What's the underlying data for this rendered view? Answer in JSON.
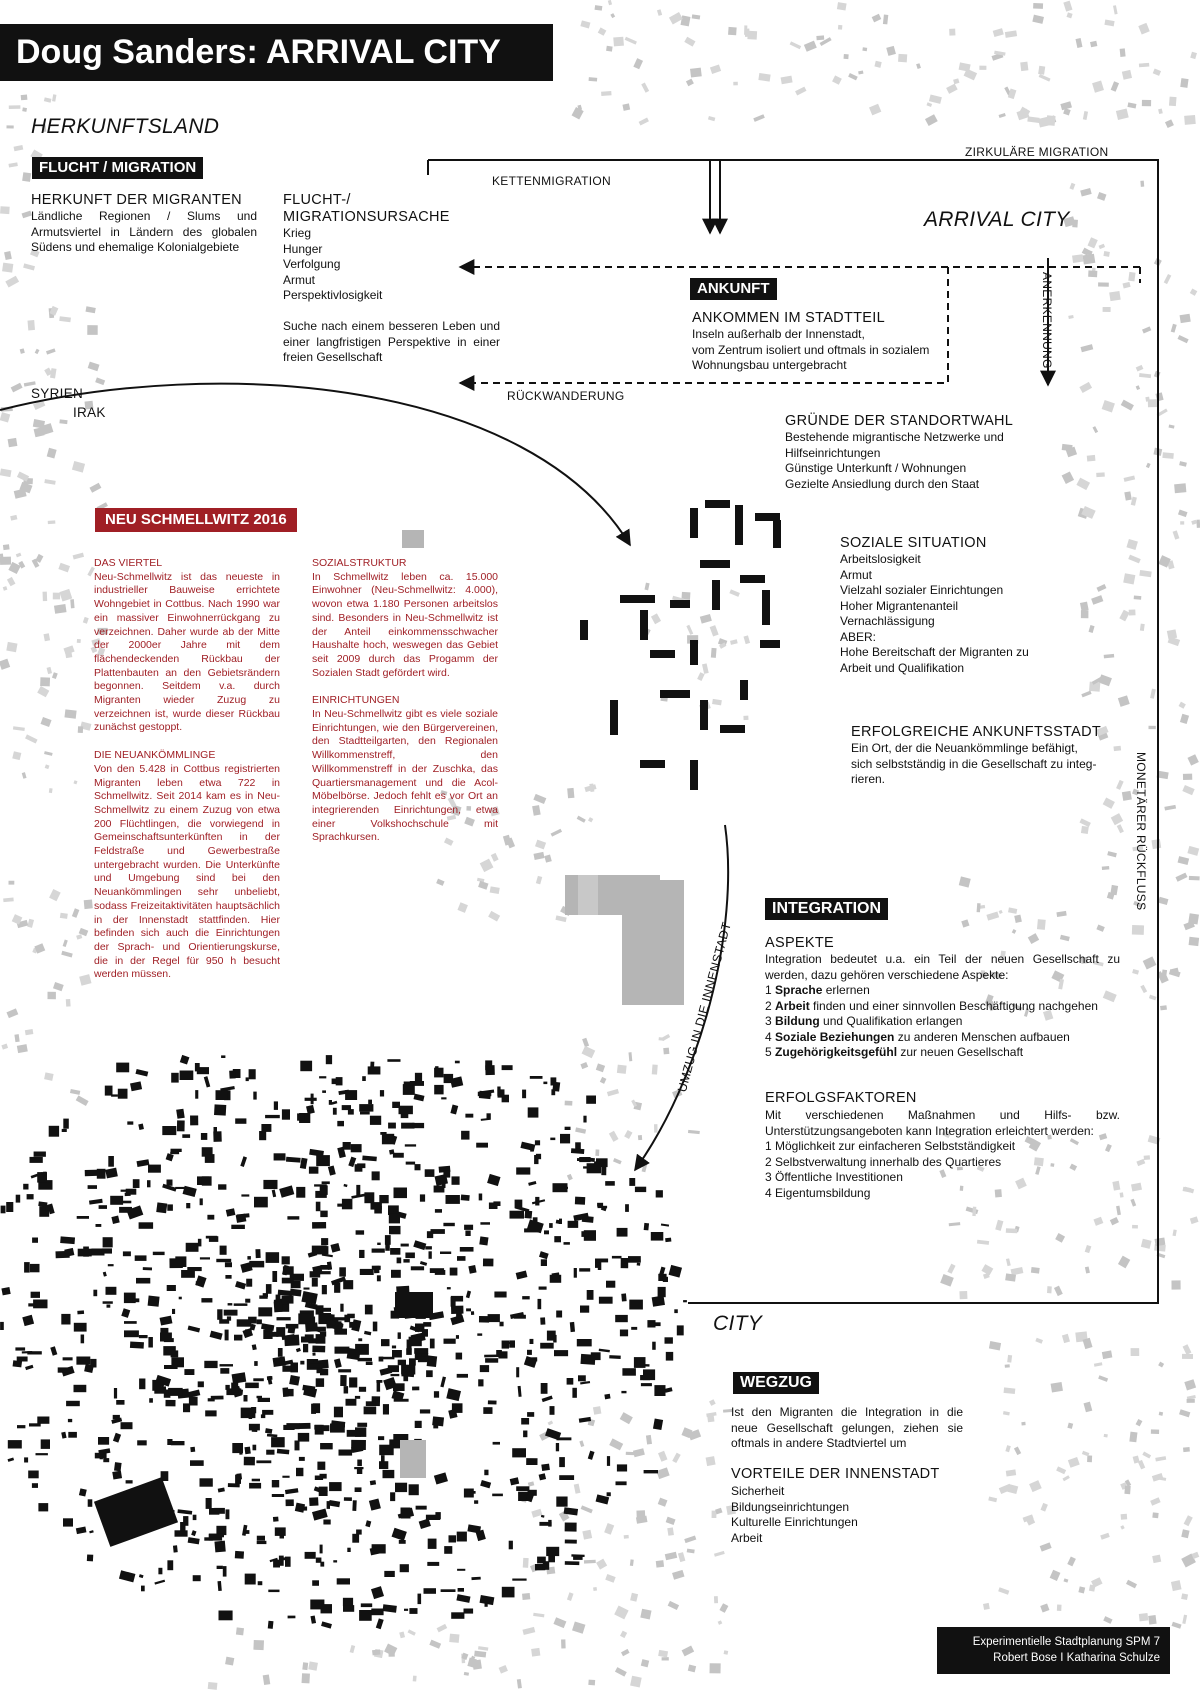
{
  "title": "Doug Sanders: ARRIVAL CITY",
  "regions": {
    "herkunftsland": "HERKUNFTSLAND",
    "arrival_city": "ARRIVAL CITY",
    "city": "CITY"
  },
  "flows": {
    "zirkulaere": "ZIRKULÄRE MIGRATION",
    "ketten": "KETTENMIGRATION",
    "rueckwanderung": "RÜCKWANDERUNG",
    "anerkennung": "ANERKENNUNG",
    "monetaer": "MONETÄRER RÜCKFLUSS",
    "umzug": "UMZUG IN DIE INNENSTADT",
    "syrien": "SYRIEN",
    "irak": "IRAK"
  },
  "flucht": {
    "tag": "FLUCHT / MIGRATION",
    "herkunft_title": "HERKUNFT DER MIGRANTEN",
    "herkunft_text": "Ländliche Regionen / Slums und Armutsviertel in Ländern des globalen Südens und ehemalige Kolonialgebiete",
    "ursache_title_1": "FLUCHT-/",
    "ursache_title_2": "MIGRATIONSURSACHE",
    "ursachen": [
      "Krieg",
      "Hunger",
      "Verfolgung",
      "Armut",
      "Perspektivlosigkeit"
    ],
    "suche": "Suche nach einem besseren Leben und einer langfristigen Perspektive in einer freien Gesellschaft"
  },
  "ankunft": {
    "tag": "ANKUNFT",
    "title": "ANKOMMEN IM STADTTEIL",
    "lines": [
      "Inseln außerhalb der Innenstadt,",
      "vom Zentrum isoliert und oftmals in sozialem",
      "Wohnungsbau untergebracht"
    ]
  },
  "gruende": {
    "title": "GRÜNDE DER STANDORTWAHL",
    "lines": [
      "Bestehende migrantische Netzwerke und",
      "Hilfseinrichtungen",
      "Günstige Unterkunft / Wohnungen",
      "Gezielte Ansiedlung durch den Staat"
    ]
  },
  "soziale": {
    "title": "SOZIALE SITUATION",
    "lines": [
      "Arbeitslosigkeit",
      "Armut",
      "Vielzahl sozialer Einrichtungen",
      "Hoher Migrantenanteil",
      "Vernachlässigung",
      "ABER:",
      "Hohe Bereitschaft der Migranten zu",
      "Arbeit und Qualifikation"
    ]
  },
  "erfolgreiche": {
    "title": "ERFOLGREICHE ANKUNFTSSTADT",
    "lines": [
      "Ein Ort, der die Neuankömmlinge befähigt,",
      "sich selbstständig in die Gesellschaft zu integ-",
      "rieren."
    ]
  },
  "neu": {
    "tag": "NEU SCHMELLWITZ 2016",
    "viertel_title": "DAS VIERTEL",
    "viertel_text": "Neu-Schmellwitz ist das neueste in industrieller Bauweise errichtete Wohngebiet in Cottbus. Nach 1990 war ein massiver Einwohnerrückgang zu verzeichnen. Daher wurde ab der Mitte der 2000er Jahre mit dem flächendeckenden Rückbau der Plattenbauten an den Gebietsrändern begonnen. Seitdem v.a. durch Migranten wieder Zuzug zu verzeichnen ist, wurde dieser Rückbau zunächst gestoppt.",
    "neuank_title": "DIE NEUANKÖMMLINGE",
    "neuank_text": "Von den 5.428 in Cottbus registrierten Migranten leben etwa 722 in Schmellwitz. Seit 2014 kam es in Neu-Schmellwitz zu einem Zuzug von etwa 200 Flüchtlingen, die vorwiegend in Gemeinschaftsunterkünften in der Feldstraße und Gewerbestraße untergebracht wurden. Die Unterkünfte und Umgebung sind bei den Neuankömmlingen sehr unbeliebt, sodass Freizeitaktivitäten hauptsächlich in der Innenstadt stattfinden. Hier befinden sich auch die Einrichtungen der Sprach- und Orientierungskurse, die in der Regel für 950 h besucht werden müssen.",
    "sozial_title": "SOZIALSTRUKTUR",
    "sozial_text": "In Schmellwitz leben ca. 15.000 Einwohner (Neu-Schmellwitz: 4.000), wovon etwa 1.180 Personen arbeitslos sind. Besonders in Neu-Schmellwitz ist der Anteil einkommensschwacher Haushalte hoch, weswegen das Gebiet seit 2009 durch das Progamm der Sozialen Stadt gefördert wird.",
    "einr_title": "EINRICHTUNGEN",
    "einr_text": "In Neu-Schmellwitz gibt es viele soziale Einrichtungen, wie den Bürgervereinen, den Stadtteilgarten, den Regionalen Willkommenstreff, den Willkommenstreff in der Zuschka, das Quartiersmanagement und die Acol-Möbelbörse. Jedoch fehlt es vor Ort an integrierenden Einrichtungen, etwa einer Volkshochschule mit Sprachkursen."
  },
  "integration": {
    "tag": "INTEGRATION",
    "aspekte_title": "ASPEKTE",
    "aspekte_intro": "Integration bedeutet u.a. ein Teil der neuen Gesellschaft zu werden, dazu gehören verschiedene Aspekte:",
    "aspekte": [
      {
        "num": "1",
        "bold": "Sprache",
        "rest": " erlernen"
      },
      {
        "num": "2",
        "bold": "Arbeit",
        "rest": " finden und einer sinnvollen Beschäftigung nachgehen"
      },
      {
        "num": "3",
        "bold": "Bildung",
        "rest": " und Qualifikation erlangen"
      },
      {
        "num": "4",
        "bold": "Soziale Beziehungen",
        "rest": " zu anderen Menschen aufbauen"
      },
      {
        "num": "5",
        "bold": "Zugehörigkeitsgefühl",
        "rest": " zur neuen Gesellschaft"
      }
    ],
    "erfolg_title": "ERFOLGSFAKTOREN",
    "erfolg_intro": "Mit verschiedenen Maßnahmen und Hilfs- bzw. Unterstützungsangeboten kann Integration erleichtert werden:",
    "erfolg": [
      "1 Möglichkeit zur einfacheren Selbstständigkeit",
      "2 Selbstverwaltung innerhalb des Quartieres",
      "3 Öffentliche Investitionen",
      "4 Eigentumsbildung"
    ]
  },
  "wegzug": {
    "tag": "WEGZUG",
    "text": "Ist den Migranten die Integration in die neue Gesellschaft gelungen, ziehen sie oftmals in andere Stadtviertel um",
    "vorteile_title": "VORTEILE DER INNENSTADT",
    "vorteile": [
      "Sicherheit",
      "Bildungseinrichtungen",
      "Kulturelle Einrichtungen",
      "Arbeit"
    ]
  },
  "footer": {
    "line1": "Experimentielle Stadtplanung SPM 7",
    "line2": "Robert Bose I Katharina Schulze"
  },
  "colors": {
    "black": "#111111",
    "red": "#a01f25",
    "map_gray": "#b8b8b8",
    "map_light": "#d9d9d9"
  }
}
